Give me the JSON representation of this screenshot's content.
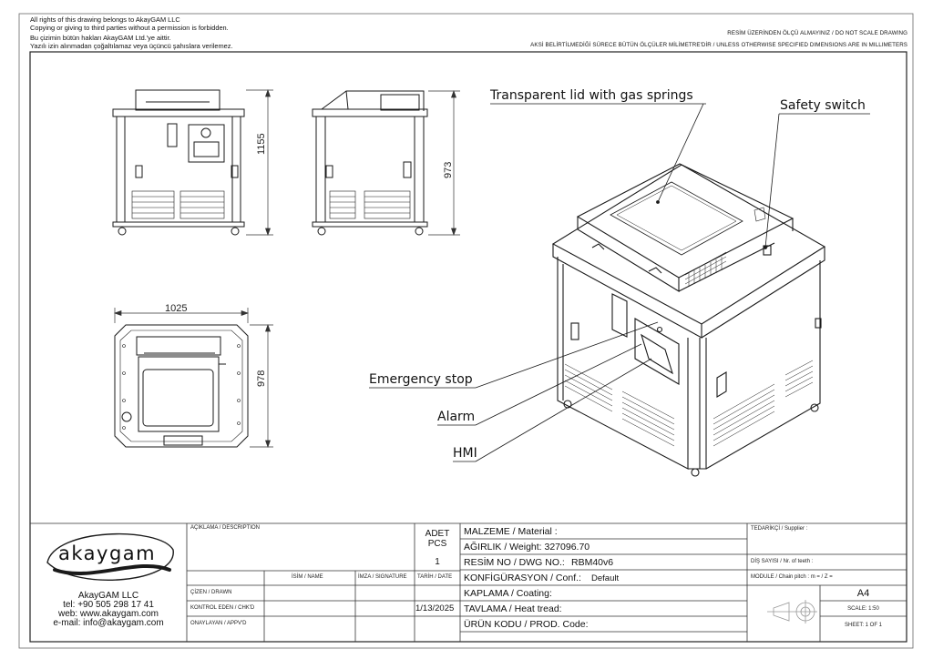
{
  "copyright": [
    "All rights of this drawing belongs to AkayGAM LLC",
    "Copying or giving to third parties without a permission is forbidden.",
    "Bu çizimin bütün hakları AkayGAM Ltd.'ye aittir.",
    "Yazılı izin alınmadan çoğaltılamaz veya üçüncü şahıslara verilemez."
  ],
  "notes": {
    "scale_warning": "RESİM ÜZERİNDEN ÖLÇÜ ALMAYINIZ / DO NOT SCALE DRAWING",
    "units": "AKSİ BELİRTİLMEDİĞİ SÜRECE BÜTÜN ÖLÇÜLER MİLİMETRE'DİR / UNLESS OTHERWISE SPECIFIED DIMENSIONS ARE IN MILLIMETERS"
  },
  "dimensions": {
    "front_height": "1155",
    "side_height": "973",
    "top_width": "1025",
    "top_depth": "978"
  },
  "callouts": {
    "lid": "Transparent lid with gas springs",
    "safety": "Safety switch",
    "estop": "Emergency stop",
    "alarm": "Alarm",
    "hmi": "HMI"
  },
  "title_block": {
    "company": {
      "logo_text": "akaygam",
      "name": "AkayGAM LLC",
      "tel": "tel: +90 505 298 17 41",
      "web": "web: www.akaygam.com",
      "email": "e-mail: info@akaygam.com"
    },
    "description_label": "AÇIKLAMA / DESCRIPTION",
    "pcs_label": "ADET\nPCS",
    "pcs_value": "1",
    "name_label": "İSİM / NAME",
    "signature_label": "İMZA / SIGNATURE",
    "date_label": "TARİH / DATE",
    "drawn_label": "ÇİZEN / DRAWN",
    "checked_label": "KONTROL EDEN / CHK'D",
    "approved_label": "ONAYLAYAN / APPV'D",
    "date_value": "1/13/2025",
    "material_label": "MALZEME / Material :",
    "weight_label": "AĞIRLIK / Weight: 327096.70",
    "dwg_label": "RESİM NO / DWG NO.:",
    "dwg_value": "RBM40v6",
    "conf_label": "KONFİGÜRASYON / Conf.:",
    "conf_value": "Default",
    "coating_label": "KAPLAMA / Coating:",
    "heat_label": "TAVLAMA / Heat tread:",
    "prod_label": "ÜRÜN KODU / PROD. Code:",
    "supplier_label": "TEDARİKÇİ / Supplier :",
    "teeth_label": "DİŞ SAYISI / Nr. of teeth :",
    "chain_label": "MODULE / Chain pitch : m = / Z =",
    "paper_size": "A4",
    "scale": "SCALE: 1:50",
    "sheet": "SHEET: 1 OF 1"
  },
  "colors": {
    "line": "#1a1a1a",
    "border": "#444444"
  }
}
